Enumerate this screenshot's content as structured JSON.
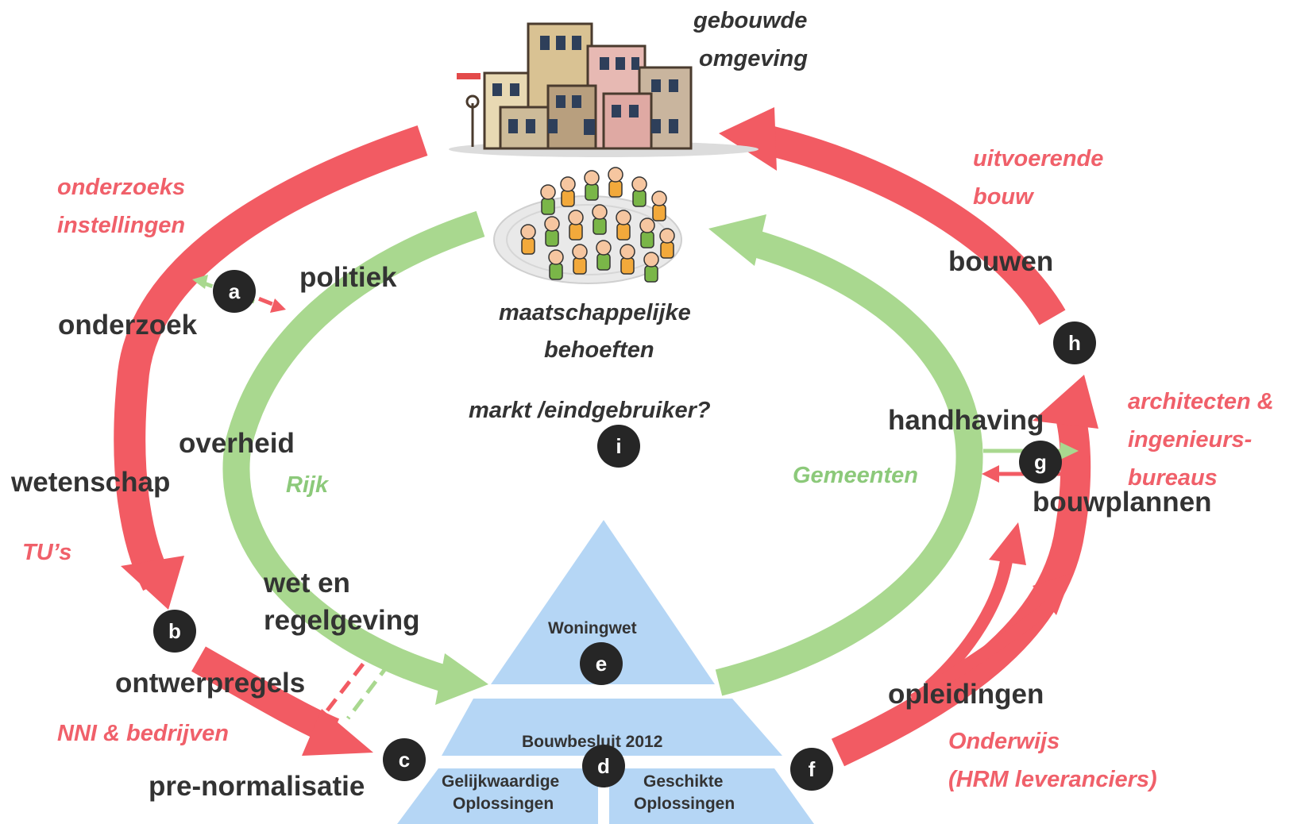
{
  "colors": {
    "red_arrow": "#f25b63",
    "green_arrow": "#a9d88f",
    "red_text": "#f0606a",
    "green_text": "#8cc97a",
    "pyramid": "#b5d6f5",
    "badge": "#262626",
    "dark_text": "#333333"
  },
  "top": {
    "title_line1": "gebouwde",
    "title_line2": "omgeving",
    "buildings_icon": "city-buildings-illustration",
    "people_icon": "crowd-of-people-illustration"
  },
  "center": {
    "needs_line1": "maatschappelijke",
    "needs_line2": "behoeften",
    "market": "markt /eindgebruiker?"
  },
  "left": {
    "institutes_line1": "onderzoeks",
    "institutes_line2": "instellingen",
    "research": "onderzoek",
    "science": "wetenschap",
    "tus": "TU’s",
    "design_rules": "ontwerpregels",
    "nni": "NNI & bedrijven",
    "prenorm": "pre-normalisatie"
  },
  "inner": {
    "politics": "politiek",
    "government": "overheid",
    "rijk": "Rijk",
    "law_line1": "wet en",
    "law_line2": "regelgeving",
    "enforcement": "handhaving",
    "municipalities": "Gemeenten"
  },
  "right": {
    "construction_line1": "uitvoerende",
    "construction_line2": "bouw",
    "building": "bouwen",
    "architects_line1": "architecten &",
    "architects_line2": "ingenieurs-",
    "architects_line3": "bureaus",
    "building_plans": "bouwplannen",
    "education": "opleidingen",
    "education_sub_line1": "Onderwijs",
    "education_sub_line2": "(HRM leveranciers)"
  },
  "pyramid": {
    "top": "Woningwet",
    "middle": "Bouwbesluit 2012",
    "bottom_left_line1": "Gelijkwaardige",
    "bottom_left_line2": "Oplossingen",
    "bottom_right_line1": "Geschikte",
    "bottom_right_line2": "Oplossingen"
  },
  "badges": {
    "a": "a",
    "b": "b",
    "c": "c",
    "d": "d",
    "e": "e",
    "f": "f",
    "g": "g",
    "h": "h",
    "i": "i"
  }
}
